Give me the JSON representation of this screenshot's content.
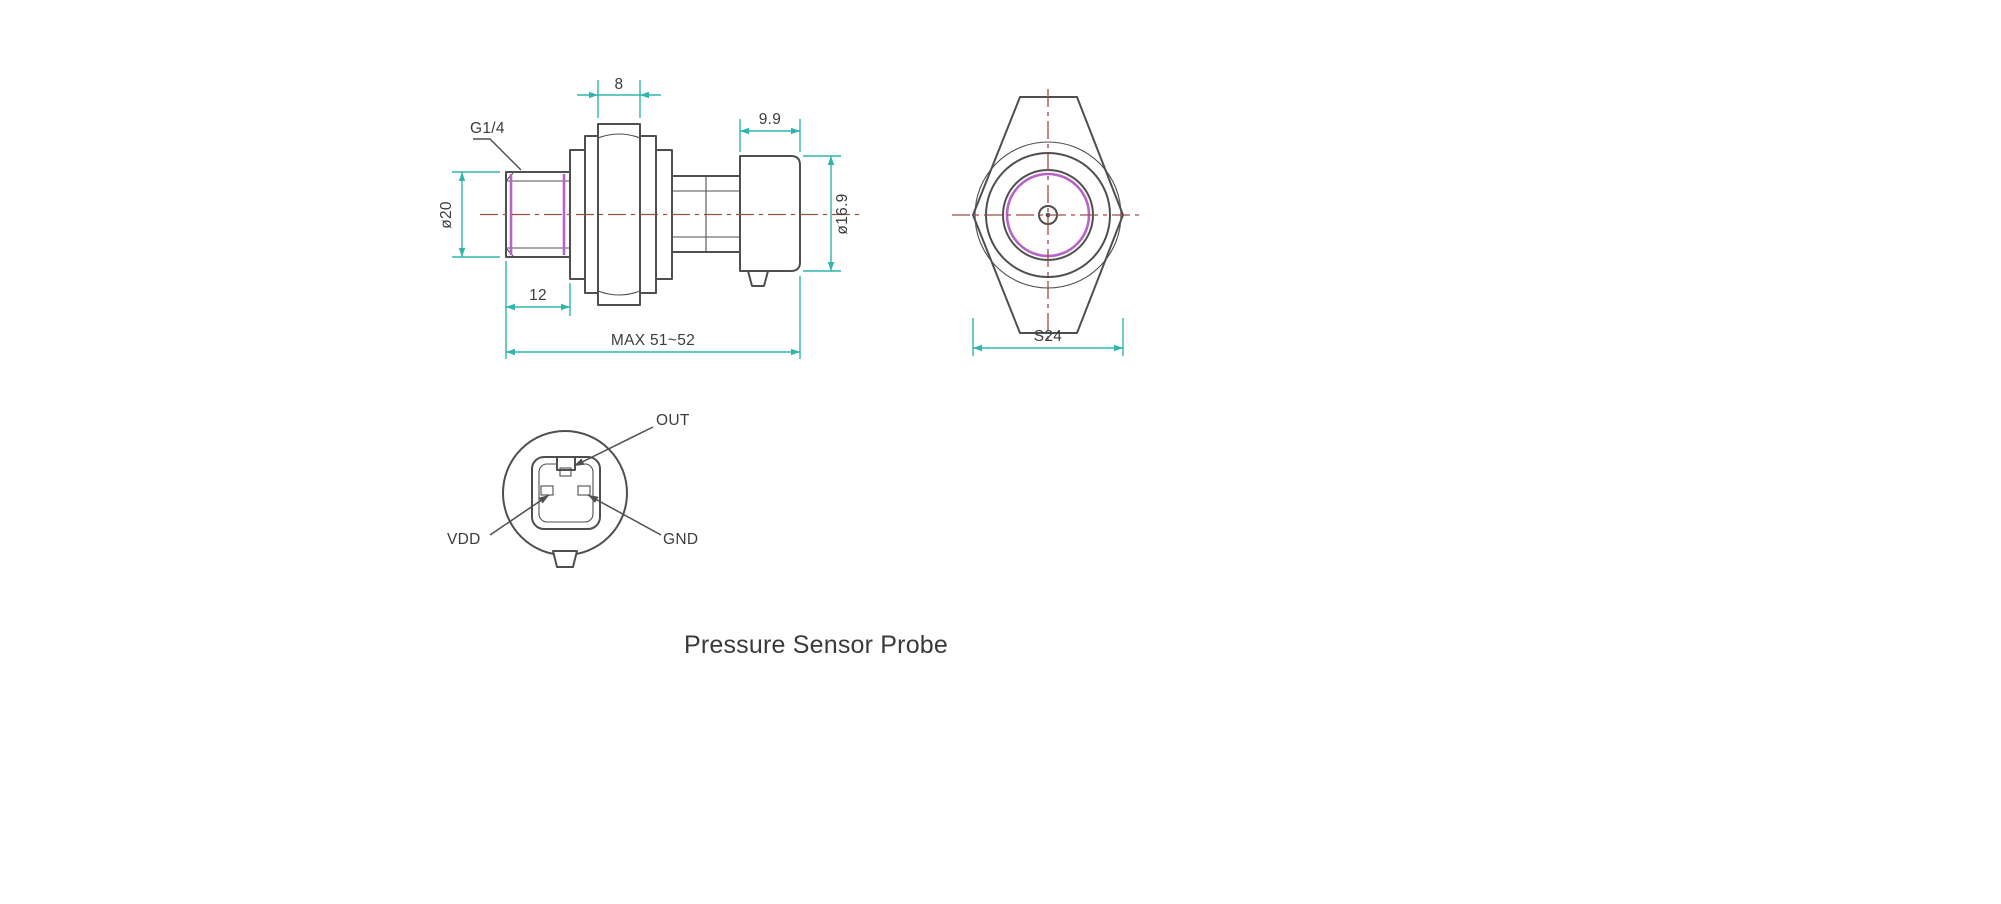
{
  "caption": {
    "text": "Pressure Sensor Probe"
  },
  "colors": {
    "background": "#ffffff",
    "outline": "#4f4f4f",
    "dimension": "#2fb5ae",
    "centerline": "#9a4f45",
    "accent": "#b763c8",
    "label": "#3c3c3c",
    "caption_text": "#3a3a3a"
  },
  "side_view": {
    "dims": {
      "hex_thickness": "8",
      "thread_spec": "G1/4",
      "connector_length": "9.9",
      "thread_diameter": "ø20",
      "connector_diameter": "ø16.9",
      "thread_length": "12",
      "overall_length": "MAX 51~52"
    }
  },
  "hex_view": {
    "across_flats": "S24"
  },
  "connector_view": {
    "pins": {
      "out": "OUT",
      "vdd": "VDD",
      "gnd": "GND"
    }
  }
}
